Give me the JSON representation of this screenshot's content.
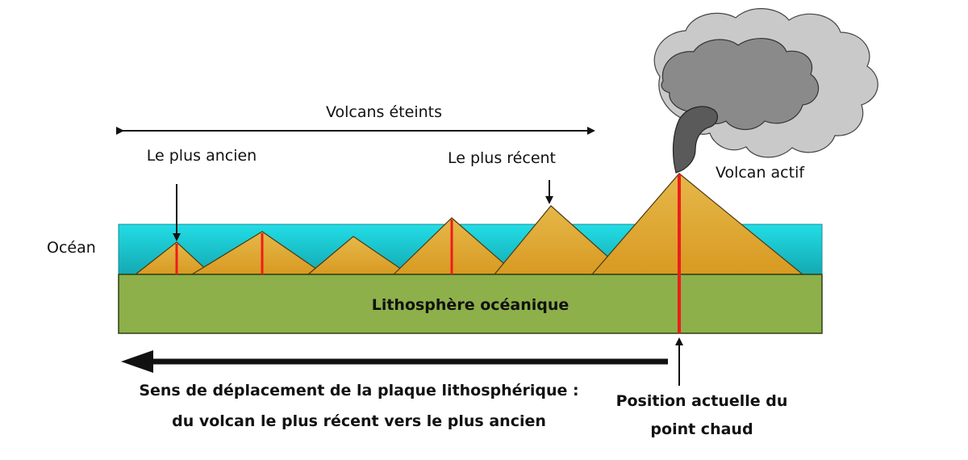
{
  "labels": {
    "extinct_volcanoes": "Volcans éteints",
    "oldest": "Le plus ancien",
    "most_recent": "Le plus récent",
    "active_volcano": "Volcan actif",
    "ocean": "Océan",
    "lithosphere": "Lithosphère océanique",
    "motion_line1": "Sens de déplacement de la plaque lithosphérique :",
    "motion_line2": "du volcan le plus récent vers le plus ancien",
    "hotspot_line1": "Position actuelle du",
    "hotspot_line2": "point chaud"
  },
  "colors": {
    "ocean": "#22dde6",
    "ocean_deep": "#14a9b2",
    "lithosphere": "#8db04a",
    "volcano": "#d89a22",
    "volcano_light": "#e6b84a",
    "magma": "#ee1c1c",
    "smoke_light": "#c9c9c9",
    "smoke_mid": "#8a8a8a",
    "smoke_dark": "#5a5a5a",
    "arrow": "#111111"
  }
}
